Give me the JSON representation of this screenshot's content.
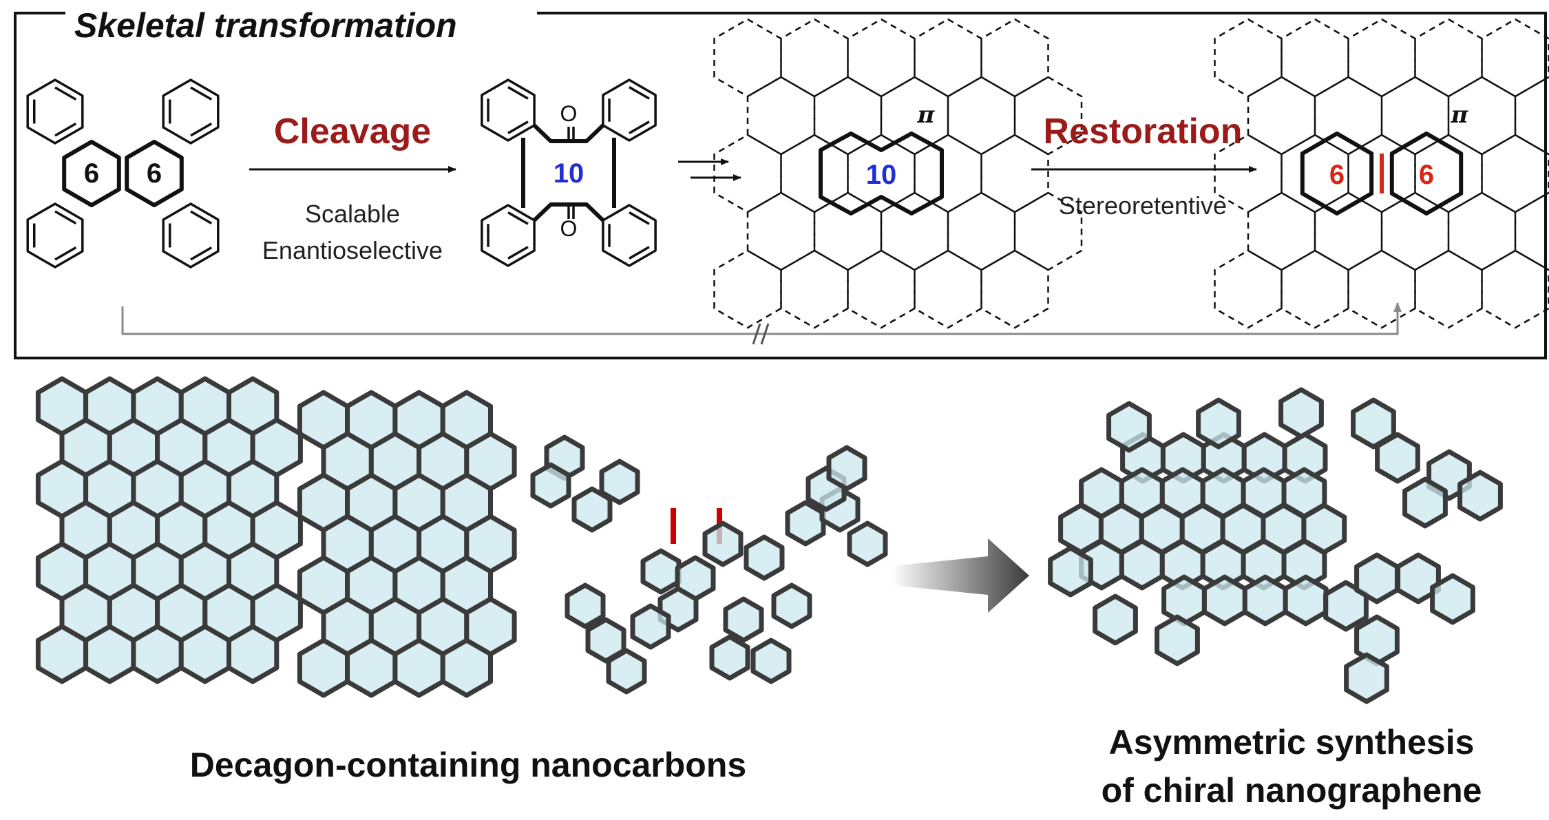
{
  "panel": {
    "title": "Skeletal transformation",
    "step1": {
      "label": "Cleavage",
      "conditions": [
        "Scalable",
        "Enantioselective"
      ]
    },
    "step2": {
      "label": "Restoration",
      "conditions": [
        "Stereoretentive"
      ]
    }
  },
  "molecules": {
    "start": {
      "ring_left": "6",
      "ring_right": "6"
    },
    "diketone": {
      "ring": "10",
      "oxygen_top": "O",
      "oxygen_bottom": "O"
    },
    "decagon_pi": {
      "ring": "10",
      "pi_symbol": "π"
    },
    "hexagon_pi": {
      "ring_left": "6",
      "ring_right": "6",
      "pi_symbol": "π"
    }
  },
  "captions": {
    "left": "Decagon-containing nanocarbons",
    "right_line1": "Asymmetric synthesis",
    "right_line2": "of chiral nanographene"
  },
  "colors": {
    "step_label": "#9b1b1b",
    "ten_ring_label": "#1f2fd1",
    "six_ring_label": "#d62718",
    "restored_bond": "#d62718",
    "ring_fill": "#cbe8ee",
    "oxygen": "#d00000"
  },
  "icons": [
    "step-arrow-icon",
    "double-arrow-icon",
    "broken-arrow-icon",
    "gradient-arrow-icon"
  ]
}
